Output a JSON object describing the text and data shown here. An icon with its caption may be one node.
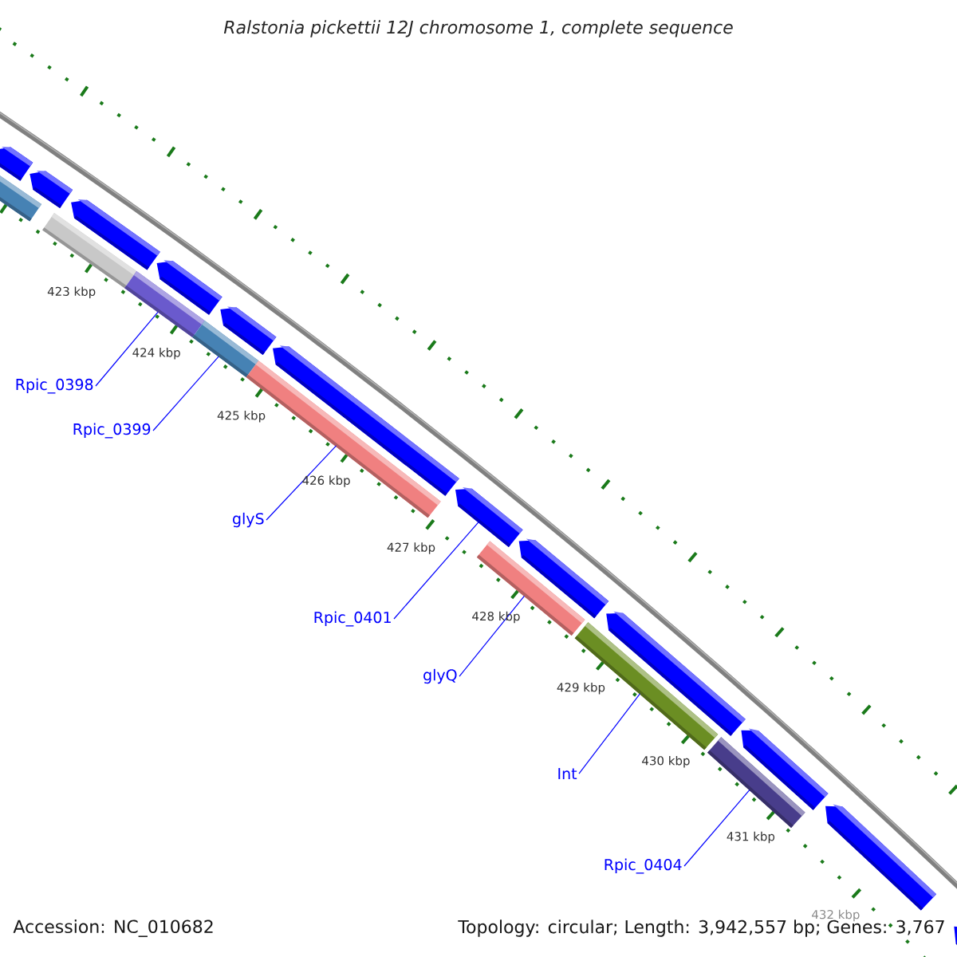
{
  "diagram": {
    "title": "Ralstonia pickettii 12J chromosome 1, complete sequence",
    "nodes": [
      {
        "text": [
          "Rpic_0398"
        ]
      },
      {
        "text": [
          "Rpic_0399"
        ]
      },
      {
        "text": [
          "glyS"
        ]
      },
      {
        "text": [
          "Rpic_0401"
        ]
      },
      {
        "text": [
          "glyQ"
        ]
      },
      {
        "text": [
          "Int"
        ]
      },
      {
        "text": [
          "Rpic_0404"
        ]
      },
      {
        "text": [],
        "shape": "bar"
      },
      {
        "text": [],
        "shape": "bar"
      },
      {
        "text": [],
        "shape": "bar"
      },
      {
        "text": [],
        "shape": "bar"
      },
      {
        "text": [],
        "shape": "bar"
      },
      {
        "text": [],
        "shape": "bar"
      },
      {
        "text": [],
        "shape": "bar"
      },
      {
        "text": [],
        "shape": "bar"
      },
      {
        "text": [],
        "shape": "arrow"
      },
      {
        "text": [],
        "shape": "arrow"
      },
      {
        "text": [],
        "shape": "arrow"
      },
      {
        "text": [],
        "shape": "arrow"
      },
      {
        "text": [],
        "shape": "arrow"
      },
      {
        "text": [],
        "shape": "arrow"
      },
      {
        "text": [],
        "shape": "arrow"
      },
      {
        "text": [],
        "shape": "arrow"
      },
      {
        "text": [],
        "shape": "arrow"
      },
      {
        "text": [],
        "shape": "arrow"
      },
      {
        "text": [],
        "shape": "arrow"
      },
      {
        "text": [],
        "shape": "arrow"
      }
    ],
    "edges": [
      {
        "from": 0,
        "to": 9,
        "arrow": "none"
      },
      {
        "from": 1,
        "to": 10,
        "arrow": "none"
      },
      {
        "from": 2,
        "to": 11,
        "arrow": "none"
      },
      {
        "from": 3,
        "to": 21,
        "arrow": "none"
      },
      {
        "from": 4,
        "to": 12,
        "arrow": "none"
      },
      {
        "from": 5,
        "to": 13,
        "arrow": "none"
      },
      {
        "from": 6,
        "to": 14,
        "arrow": "none"
      }
    ],
    "labels": [
      "423 kbp",
      "424 kbp",
      "425 kbp",
      "426 kbp",
      "427 kbp",
      "428 kbp",
      "429 kbp",
      "430 kbp",
      "431 kbp",
      "432 kbp",
      "Accession: NC_010682",
      "Topology: circular; Length: 3,942,557 bp; Genes: 3,767"
    ]
  }
}
